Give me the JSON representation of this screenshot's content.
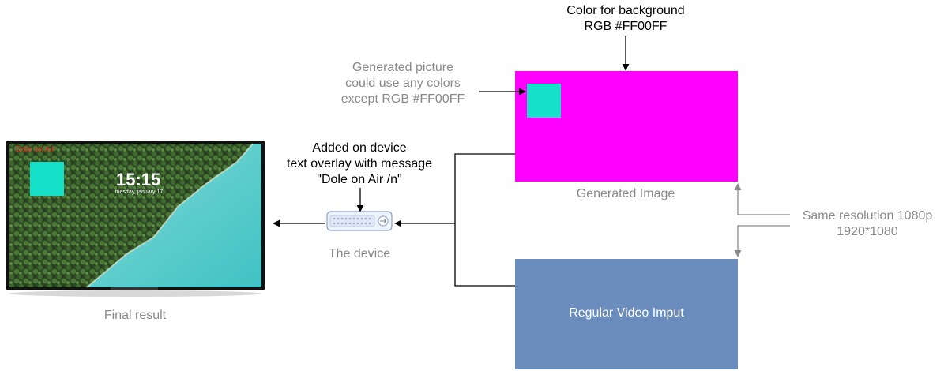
{
  "labels": {
    "color_bg_line1": "Color for background",
    "color_bg_line2": "RGB #FF00FF",
    "generated_picture_line1": "Generated picture",
    "generated_picture_line2": "could use any colors",
    "generated_picture_line3": "except RGB #FF00FF",
    "overlay_line1": "Added on device",
    "overlay_line2": "text overlay with message",
    "overlay_line3": "\"Dole on Air /n\"",
    "generated_image": "Generated Image",
    "same_res_line1": "Same resolution 1080p",
    "same_res_line2": "1920*1080",
    "the_device": "The device",
    "final_result": "Final result",
    "regular_video": "Regular Video Imput"
  },
  "tv": {
    "overlay_text": "Dole on Air",
    "time": "15:15",
    "date": "tuesday, january 17"
  },
  "colors": {
    "magenta": "#FF00FF",
    "teal": "#16E0C8",
    "steel_blue": "#6A8DBE",
    "arrow_black": "#000000",
    "arrow_gray": "#8a8a8a"
  },
  "icons": [
    "set-top-box-icon",
    "television-icon"
  ]
}
